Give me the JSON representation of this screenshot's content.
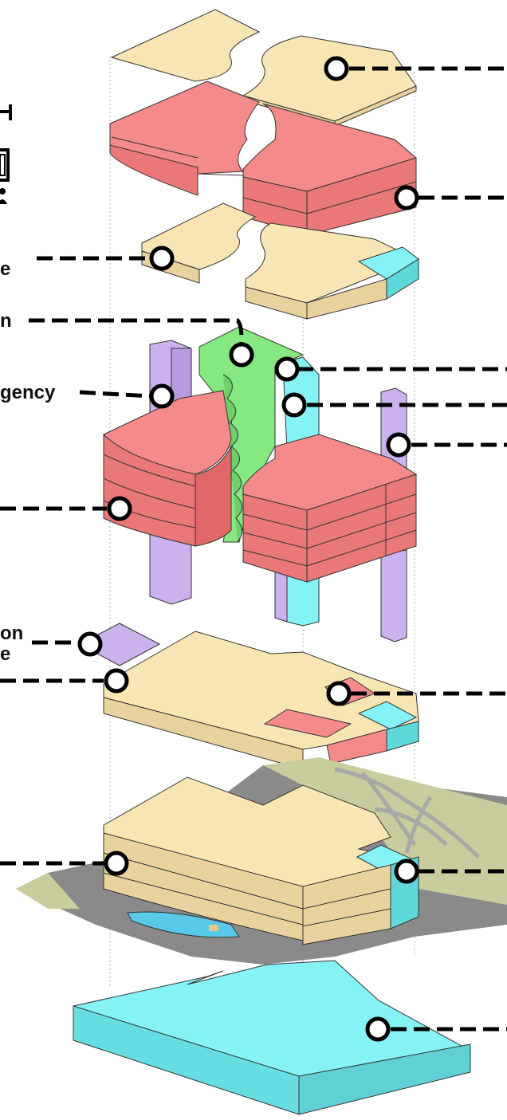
{
  "colors": {
    "cream": "#f7e5b4",
    "red": "#f48a8a",
    "purple": "#cbb2ee",
    "cyan": "#85f2f6",
    "green": "#85e880",
    "site_gray": "#8a8a8a",
    "park": "#c9cc9c"
  },
  "labels": {
    "icon_top": "H",
    "label_e1": "e",
    "label_n": "n",
    "label_gency": "gency",
    "label_on": "on",
    "label_e2": "e"
  },
  "icons": [
    "h-glyph-icon",
    "window-icon",
    "person-icon"
  ]
}
